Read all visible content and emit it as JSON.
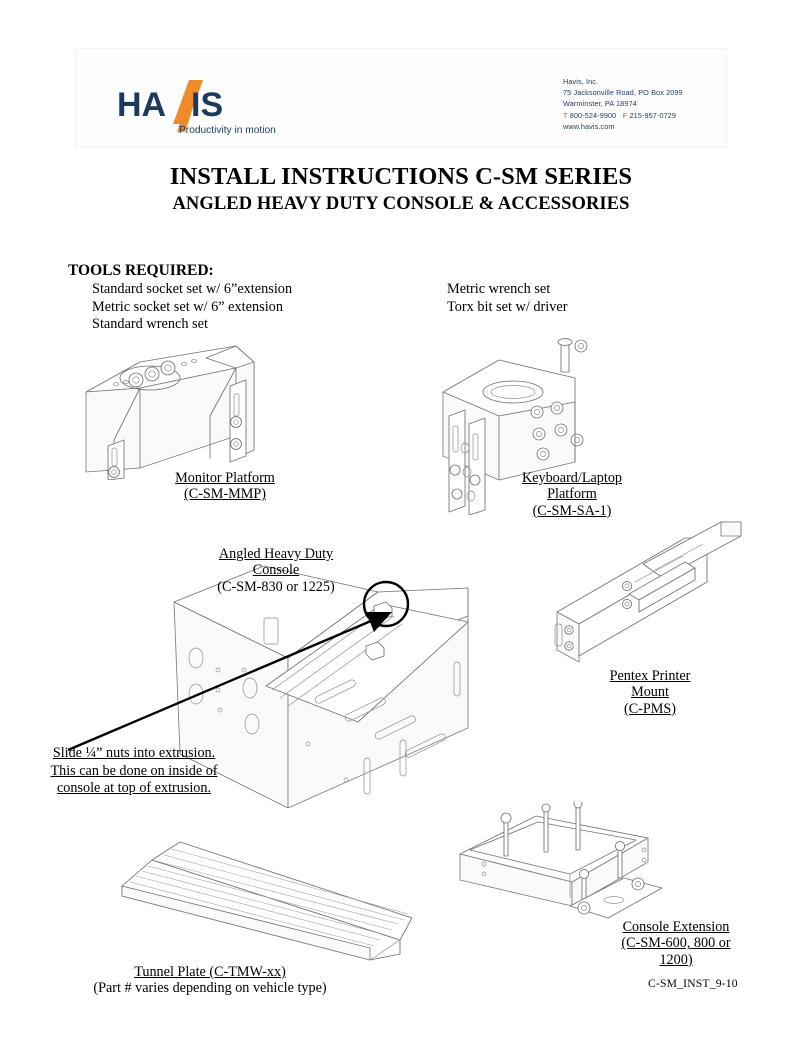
{
  "document": {
    "title_main": "INSTALL INSTRUCTIONS C-SM SERIES",
    "title_sub": "ANGLED HEAVY DUTY CONSOLE & ACCESSORIES",
    "footer_code": "C-SM_INST_9-10"
  },
  "header": {
    "logo_text": "HAVIS",
    "logo_tagline": "Productivity in motion",
    "logo_navy": "#1b3a5e",
    "logo_orange": "#ef8b28",
    "company": {
      "name": "Havis, Inc.",
      "street": "75 Jacksonville Road, PO Box 2099",
      "city_state_zip": "Warminster, PA 18974",
      "phone_label": "T",
      "phone": "800-524-9900",
      "fax_label": "F",
      "fax": "215-957-0729",
      "website": "www.havis.com"
    }
  },
  "tools": {
    "heading": "TOOLS REQUIRED:",
    "column_left": [
      "Standard socket set w/ 6”extension",
      "Metric socket set w/ 6” extension",
      "Standard wrench set"
    ],
    "column_right": [
      "Metric wrench set",
      "Torx bit set w/ driver"
    ]
  },
  "components": {
    "monitor_platform": {
      "name_lines": [
        "Monitor Platform"
      ],
      "part_number": "(C-SM-MMP)"
    },
    "keyboard_platform": {
      "name_lines": [
        "Keyboard/Laptop",
        "Platform"
      ],
      "part_number": "(C-SM-SA-1)"
    },
    "angled_console": {
      "name_lines": [
        "Angled Heavy Duty",
        "Console"
      ],
      "part_number": "(C-SM-830 or 1225)"
    },
    "pentex_printer_mount": {
      "name_lines": [
        "Pentex Printer",
        "Mount"
      ],
      "part_number": "(C-PMS)"
    },
    "console_extension": {
      "name_lines": [
        "Console Extension"
      ],
      "part_number_lines": [
        "(C-SM-600, 800 or",
        "1200)"
      ]
    },
    "tunnel_plate": {
      "name_line": "Tunnel Plate (C-TMW-xx)",
      "note_line": "(Part # varies depending on vehicle type)"
    }
  },
  "callout": {
    "line1": "Slide ¼” nuts into extrusion.",
    "line2": "This can be done on inside of",
    "line3": "console at top of extrusion."
  }
}
